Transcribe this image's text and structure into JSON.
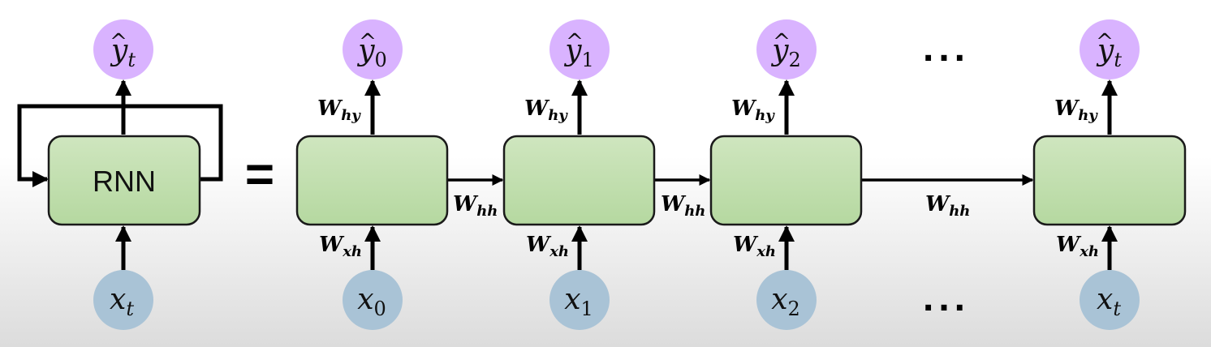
{
  "rnn_label": "RNN",
  "equals": "=",
  "ellipsis": "...",
  "weights": {
    "W": "W",
    "hy": "hy",
    "xh": "xh",
    "hh": "hh"
  },
  "folded": {
    "output": {
      "base": "y",
      "hat": "^",
      "sub": "t"
    },
    "input": {
      "base": "x",
      "sub": "t"
    }
  },
  "steps": [
    {
      "output": {
        "base": "y",
        "hat": "^",
        "sub": "0"
      },
      "input": {
        "base": "x",
        "sub": "0"
      }
    },
    {
      "output": {
        "base": "y",
        "hat": "^",
        "sub": "1"
      },
      "input": {
        "base": "x",
        "sub": "1"
      }
    },
    {
      "output": {
        "base": "y",
        "hat": "^",
        "sub": "2"
      },
      "input": {
        "base": "x",
        "sub": "2"
      }
    },
    {
      "output": {
        "base": "y",
        "hat": "^",
        "sub": "t"
      },
      "input": {
        "base": "x",
        "sub": "t"
      }
    }
  ],
  "colors": {
    "cell_fill_top": "#cfe6bf",
    "cell_fill_bottom": "#b5d8a0",
    "cell_stroke": "#1a1a1a",
    "output_node": "#d9b3ff",
    "input_node": "#a9c3d6",
    "line": "#000000"
  }
}
